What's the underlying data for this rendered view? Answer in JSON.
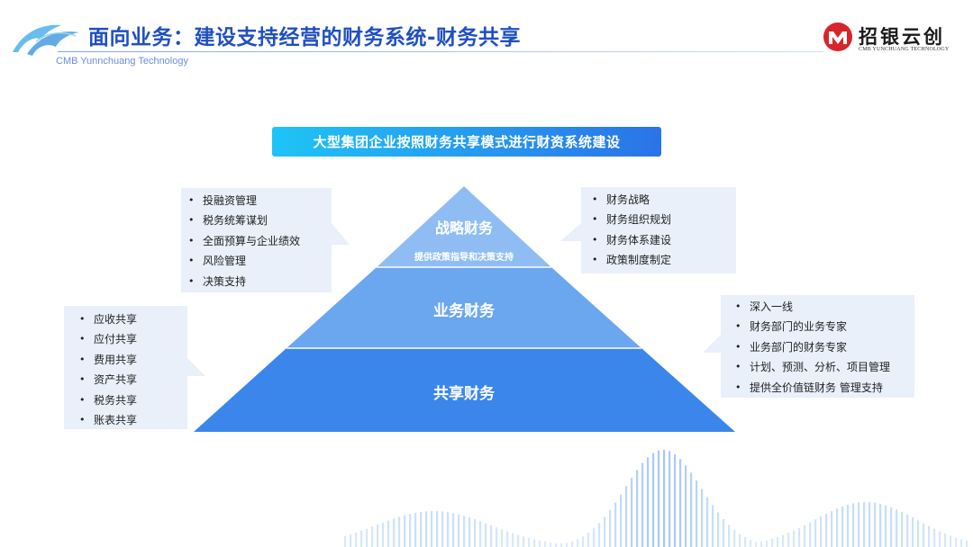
{
  "header": {
    "title": "面向业务：建设支持经营的财务系统-财务共享",
    "subtitle": "CMB Yunnchuang Technology",
    "logo_cn": "招银云创",
    "logo_en": "CMB YUNCHUANG TECHNOLOGY"
  },
  "banner": {
    "text": "大型集团企业按照财务共享模式进行财资系统建设"
  },
  "pyramid": {
    "tiers": [
      {
        "label": "战略财务",
        "sublabel": "提供政策指导和决策支持",
        "color": "#8fbdf3"
      },
      {
        "label": "业务财务",
        "color": "#6aa7ef"
      },
      {
        "label": "共享财务",
        "color": "#3a86ea"
      }
    ]
  },
  "callouts": {
    "top_left": [
      "投融资管理",
      "税务统筹谋划",
      "全面预算与企业绩效",
      "风险管理",
      "决策支持"
    ],
    "top_right": [
      "财务战略",
      "财务组织规划",
      "财务体系建设",
      "政策制度制定"
    ],
    "mid_left": [
      "应收共享",
      "应付共享",
      "费用共享",
      "资产共享",
      "税务共享",
      "账表共享"
    ],
    "mid_right": [
      "深入一线",
      "财务部门的业务专家",
      "业务部门的财务专家",
      "计划、预测、分析、项目管理",
      "提供全价值链财务 管理支持"
    ]
  },
  "colors": {
    "title": "#1f4fc2",
    "callout_bg": "#e9f0fa",
    "logo_red": "#d8242b"
  }
}
